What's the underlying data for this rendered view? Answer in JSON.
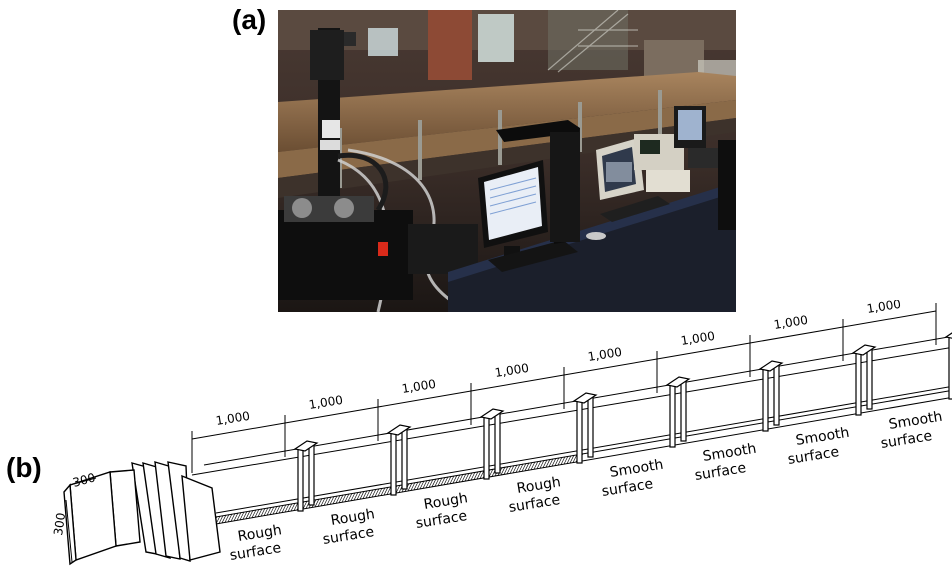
{
  "panels": {
    "a": {
      "label": "(a)"
    },
    "b": {
      "label": "(b)"
    }
  },
  "inlet": {
    "width_label": "300",
    "height_label": "300"
  },
  "dimension_label": "1,000",
  "sections": [
    {
      "line1": "Rough",
      "line2": "surface"
    },
    {
      "line1": "Rough",
      "line2": "surface"
    },
    {
      "line1": "Rough",
      "line2": "surface"
    },
    {
      "line1": "Rough",
      "line2": "surface"
    },
    {
      "line1": "Smooth",
      "line2": "surface"
    },
    {
      "line1": "Smooth",
      "line2": "surface"
    },
    {
      "line1": "Smooth",
      "line2": "surface"
    },
    {
      "line1": "Smooth",
      "line2": "surface"
    }
  ],
  "photo": {
    "items": [
      "instrument-rack",
      "camera-on-stand",
      "computer-monitor",
      "computer-tower",
      "crt-monitor",
      "oscilloscope",
      "keyboard",
      "lab-bench"
    ]
  }
}
